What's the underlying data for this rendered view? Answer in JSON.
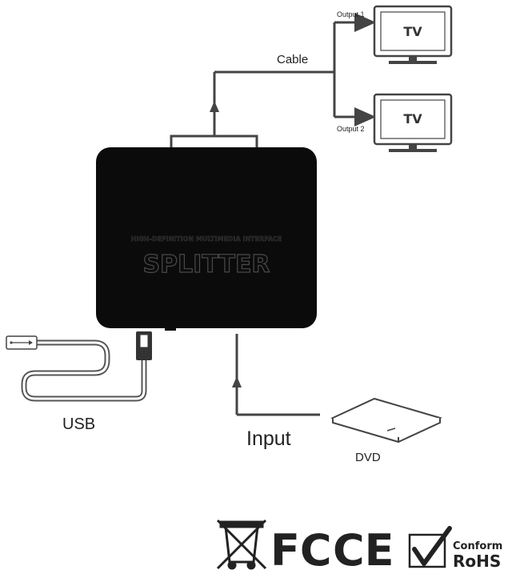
{
  "device": {
    "subtitle": "HIGH-DEFINITION MULTIMEDIA INTERFACE",
    "title": "SPLITTER"
  },
  "outputs": [
    {
      "port_label": "Output 1",
      "screen_text": "TV"
    },
    {
      "port_label": "Output 2",
      "screen_text": "TV"
    }
  ],
  "labels": {
    "cable": "Cable",
    "input": "Input",
    "source": "DVD",
    "usb": "USB"
  },
  "certifications": {
    "fc": "FC",
    "ce": "CE",
    "conform": "Conform",
    "rohs": "RoHS"
  },
  "icons": [
    "weee-bin-icon",
    "fcc-icon",
    "ce-icon",
    "rohs-check-icon",
    "usb-icon",
    "dvd-drive-icon",
    "tv-icon",
    "arrow-up-icon"
  ],
  "colors": {
    "device_body": "#0b0b0b",
    "line": "#444444",
    "background": "#ffffff"
  }
}
